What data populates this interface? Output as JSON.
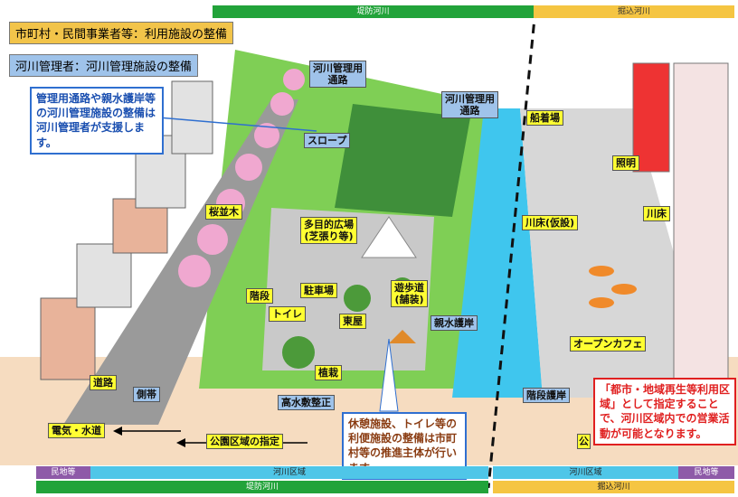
{
  "top_bands": {
    "left": "堤防河川",
    "right": "掘込河川"
  },
  "bottom_bands": {
    "minchi_left": "民地等",
    "kasen_left": "河川区域",
    "teibo": "堤防河川",
    "kasen_right": "河川区域",
    "horikomi": "掘込河川",
    "minchi_right": "民地等"
  },
  "legend": {
    "municipal": "市町村・民間事業者等：利用施設の整備",
    "river_admin": "河川管理者：河川管理施設の整備"
  },
  "callouts": {
    "river_admin_support": "管理用通路や親水護岸等の河川管理施設の整備は河川管理者が支援します。",
    "municipal_lead": "休憩施設、トイレ等の利便施設の整備は市町村等の推進主体が行います。",
    "urban_zone": "「都市・地域再生等利用区域」として指定することで、河川区域内での営業活動が可能となります。"
  },
  "labels": {
    "mgmt_road_1": "河川管理用\n通路",
    "mgmt_road_2": "河川管理用\n通路",
    "slope": "スロープ",
    "sakura": "桜並木",
    "plaza": "多目的広場\n(芝張り等)",
    "stairs": "階段",
    "parking": "駐車場",
    "toilet": "トイレ",
    "promenade": "遊歩道\n(舗装)",
    "arbor": "東屋",
    "waterside_bank": "親水護岸",
    "planting": "植栽",
    "road": "道路",
    "gutter": "側帯",
    "high_water": "高水敷整正",
    "utilities": "電気・水道",
    "park_zone": "公園区域の指定",
    "pier": "船着場",
    "lighting": "照明",
    "kawadoko_temp": "川床(仮設)",
    "kawadoko": "川床",
    "open_cafe": "オープンカフェ",
    "stair_bank": "階段護岸",
    "hidden_fragment": "公"
  },
  "colors": {
    "green_band": "#22a33a",
    "yellow_band": "#f5c542",
    "cyan_band": "#4fc6e8",
    "purple_band": "#8e5aa8",
    "label_yellow": "#ffff33",
    "label_blue": "#9fc3ea",
    "callout_blue_border": "#2f6fd0",
    "callout_red_border": "#e02020",
    "callout_red_text": "#e02020",
    "callout_blue_text": "#1a4fb0",
    "callout_brown_text": "#8a3c12"
  }
}
